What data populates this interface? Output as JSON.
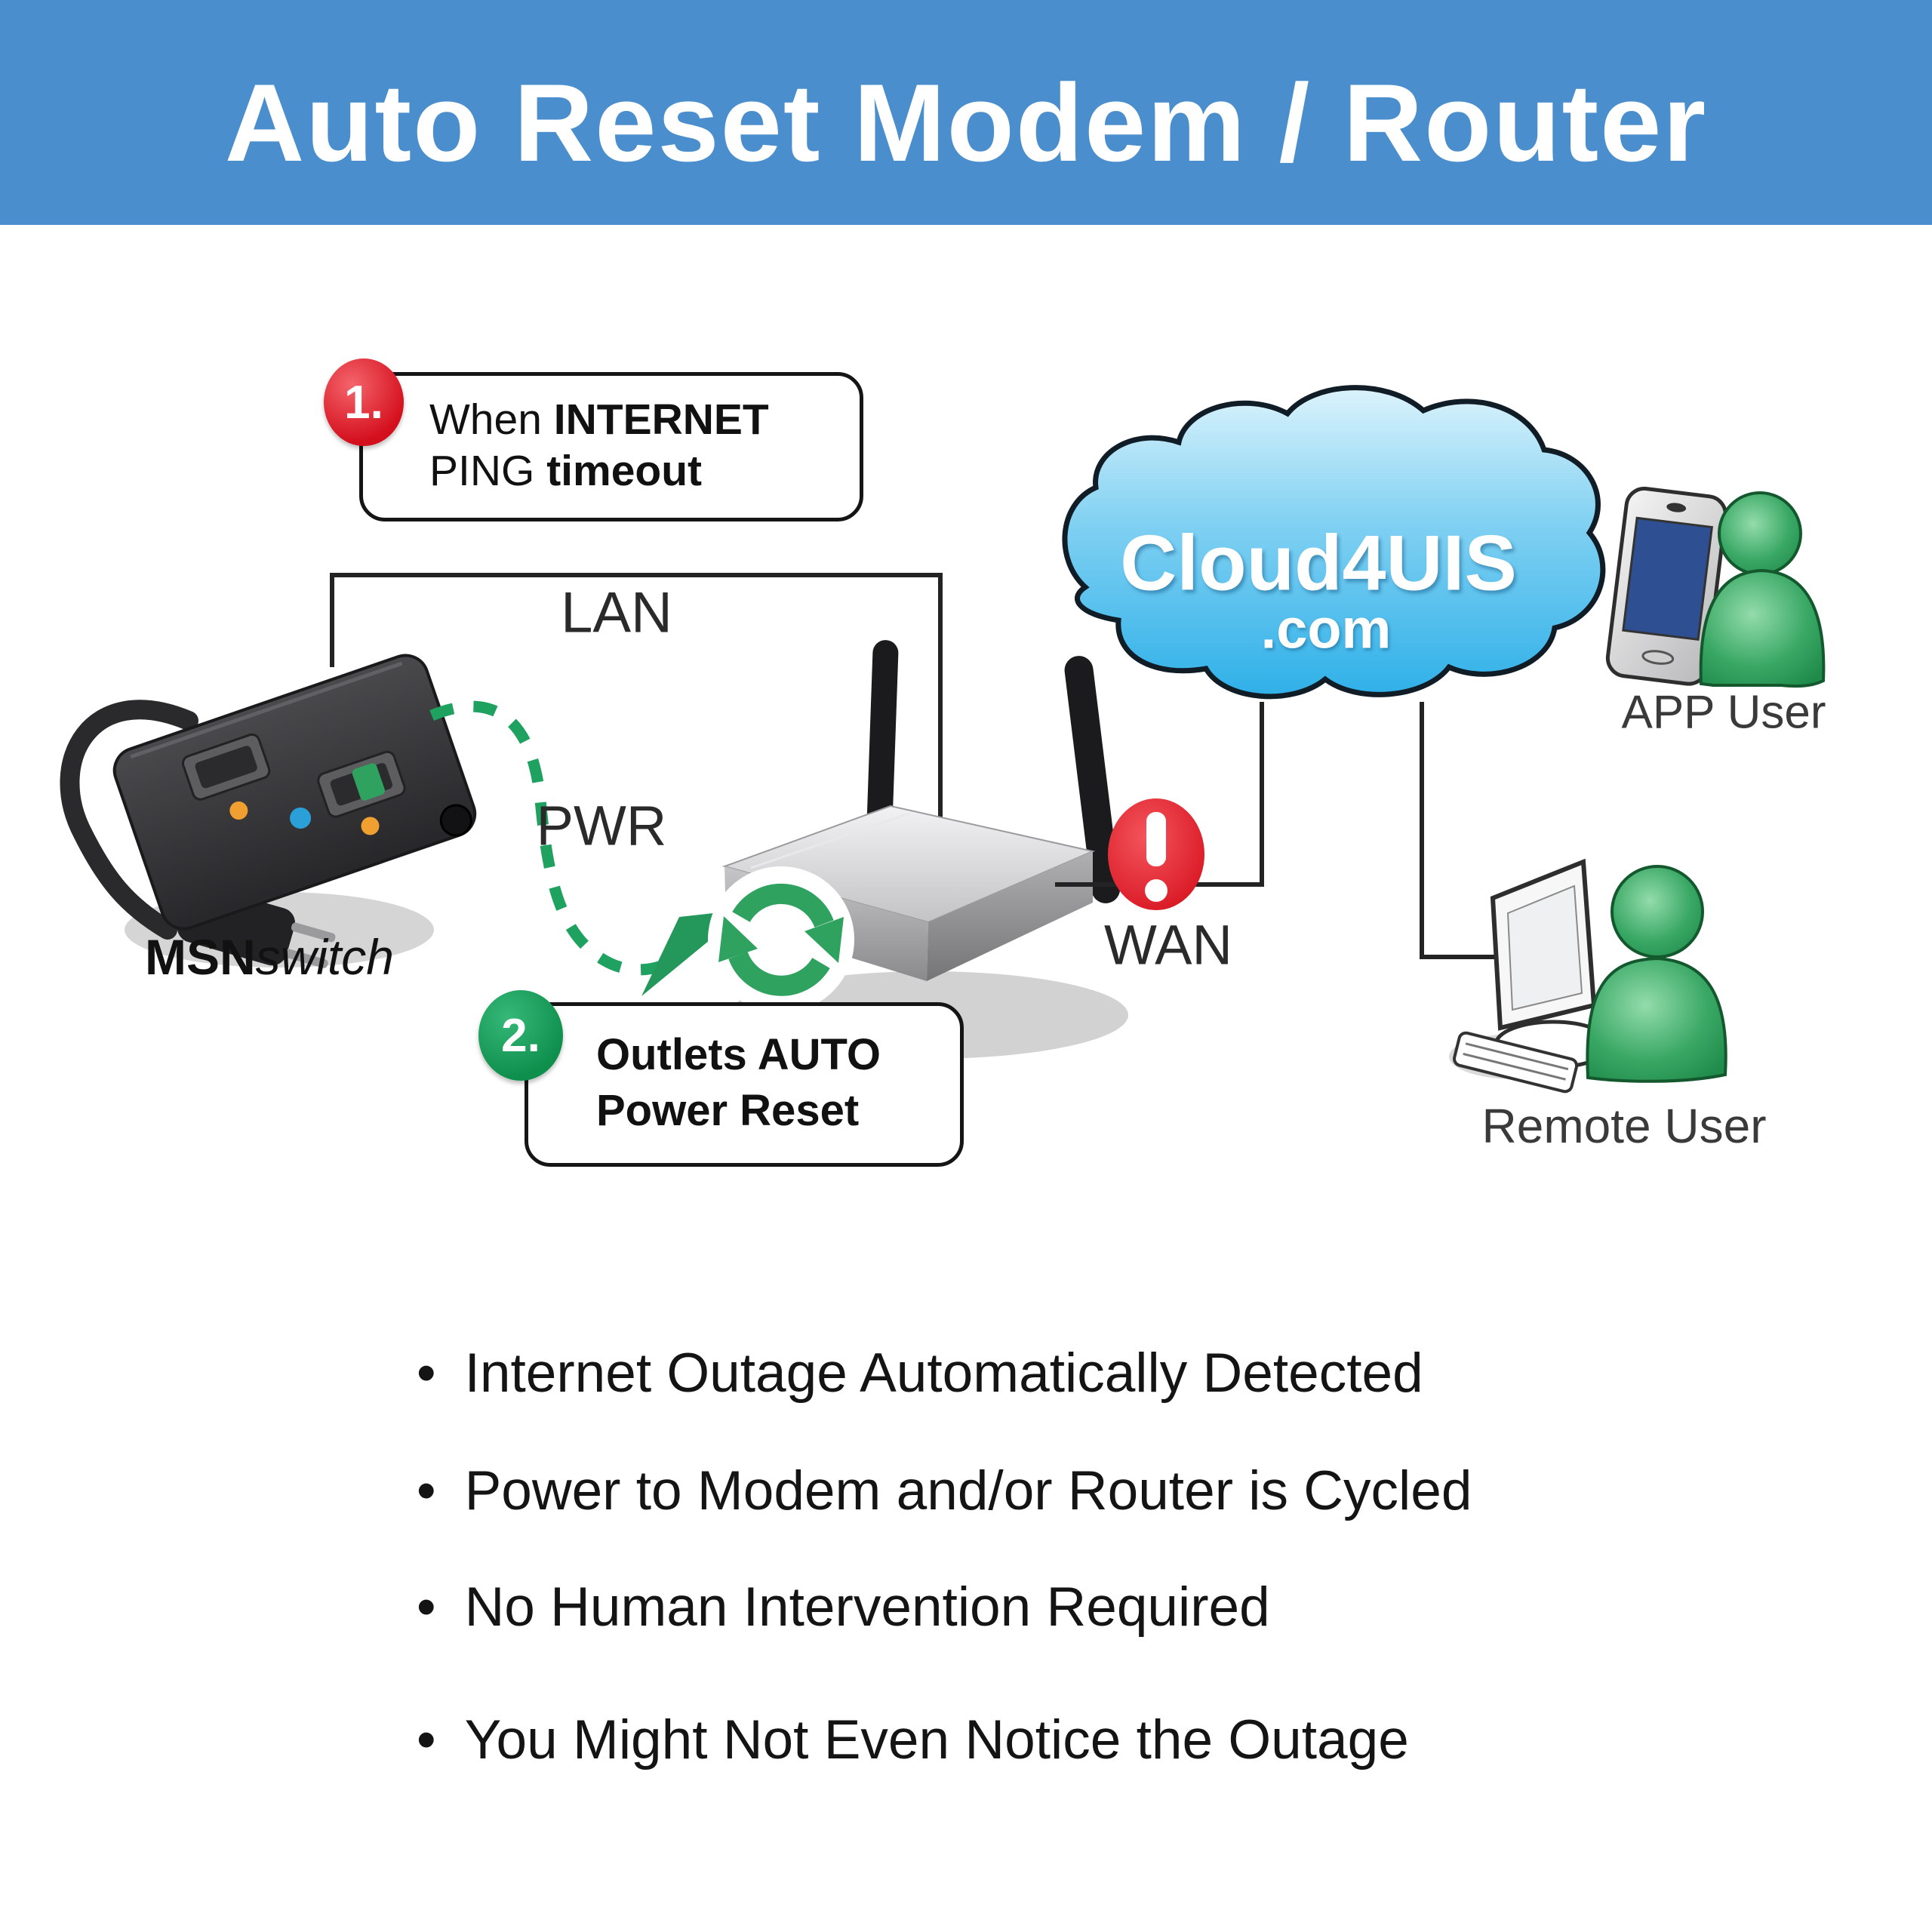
{
  "banner": {
    "title": "Auto Reset Modem / Router"
  },
  "callout1": {
    "number": "1.",
    "line1_regular": "When ",
    "line1_bold": "INTERNET",
    "line2_regular": "PING ",
    "line2_bold": "timeout"
  },
  "callout2": {
    "number": "2.",
    "line1": "Outlets AUTO",
    "line2": "Power Reset"
  },
  "cloud": {
    "name": "Cloud4UIS",
    "domain": ".com"
  },
  "labels": {
    "lan": "LAN",
    "pwr": "PWR",
    "wan": "WAN",
    "device_bold": "MSN",
    "device_italic": "switch",
    "app_user": "APP User",
    "remote_user": "Remote User"
  },
  "bullet_char": "•",
  "bullets": [
    "Internet Outage Automatically Detected",
    "Power to Modem and/or Router is Cycled",
    "No Human Intervention Required",
    "You Might Not Even Notice the Outage"
  ],
  "colors": {
    "banner_blue": "#4a8ecd",
    "cloud_blue": "#2fb0e8",
    "accent_green": "#1fa15f",
    "alert_red": "#e02128",
    "person_green": "#2a9455"
  }
}
